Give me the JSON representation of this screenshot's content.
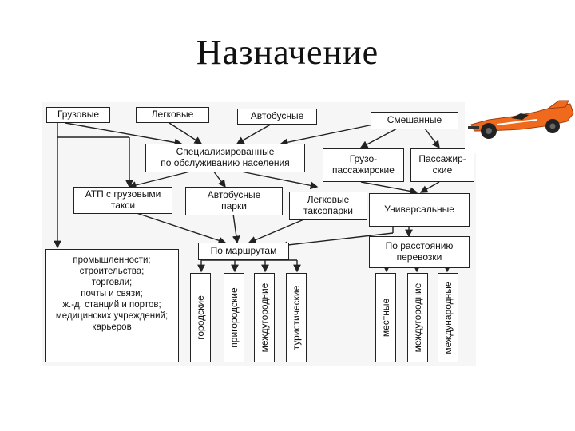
{
  "title": "Назначение",
  "diagram": {
    "top_row": [
      "Грузовые",
      "Легковые",
      "Автобусные",
      "Смешанные"
    ],
    "specialized": "Специализированные\nпо обслуживанию населения",
    "cargo_passenger": "Грузо-\nпассажирские",
    "passenger": "Пассажир-\nские",
    "row3": [
      "АТП с грузовыми\nтакси",
      "Автобусные\nпарки",
      "Легковые\nтаксопарки",
      "Универсальные"
    ],
    "by_routes": "По маршрутам",
    "by_distance": "По расстоянию\nперевозки",
    "cargo_purposes": [
      "промышленности;",
      "строительства;",
      "торговли;",
      "почты и связи;",
      "ж.-д. станций и портов;",
      "медицинских учреждений;",
      "карьеров"
    ],
    "route_types": [
      "городские",
      "пригородские",
      "междугородние",
      "туристические"
    ],
    "distance_types": [
      "местные",
      "междугородние",
      "международные"
    ]
  },
  "colors": {
    "car_body": "#f06a1e",
    "border": "#222222",
    "diagram_bg": "#f6f6f6"
  },
  "image": {
    "icon": "race-car-icon"
  }
}
